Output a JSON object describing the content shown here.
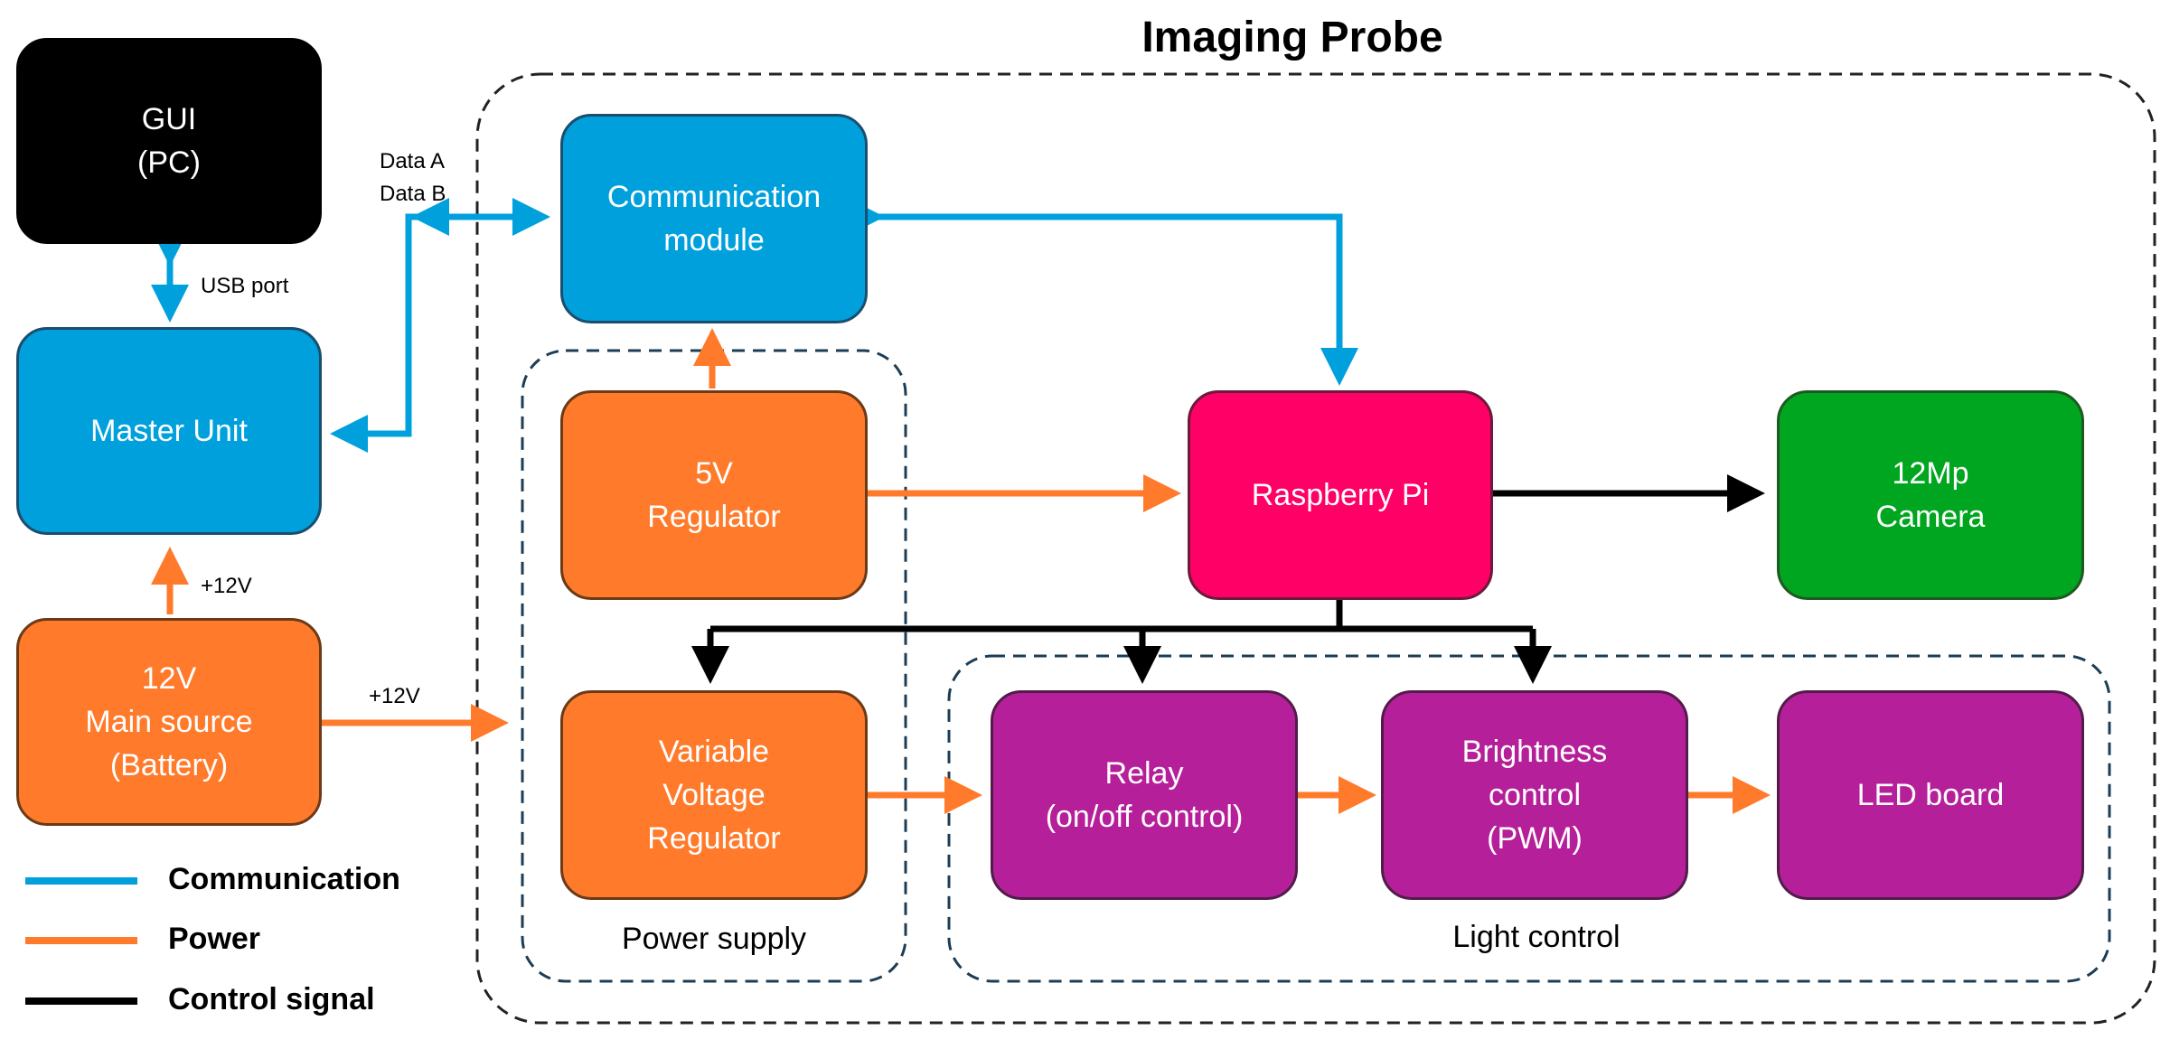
{
  "title": "Imaging Probe",
  "blocks": {
    "gui": [
      "GUI",
      "(PC)"
    ],
    "master": [
      "Master Unit"
    ],
    "battery": [
      "12V",
      "Main source",
      "(Battery)"
    ],
    "comm": [
      "Communication",
      "module"
    ],
    "reg5v": [
      "5V",
      "Regulator"
    ],
    "vvr": [
      "Variable",
      "Voltage",
      "Regulator"
    ],
    "rpi": [
      "Raspberry Pi"
    ],
    "camera": [
      "12Mp",
      "Camera"
    ],
    "relay": [
      "Relay",
      "(on/off control)"
    ],
    "brightness": [
      "Brightness",
      "control",
      "(PWM)"
    ],
    "led": [
      "LED board"
    ]
  },
  "labels": {
    "data_a": "Data A",
    "data_b": "Data B",
    "usb": "USB port",
    "v12_vertical": "+12V",
    "v12_horizontal": "+12V"
  },
  "groups": {
    "power_supply": "Power supply",
    "light_control": "Light control"
  },
  "legend": [
    {
      "label": "Communication",
      "color": "#00a0dc"
    },
    {
      "label": "Power",
      "color": "#ff7a2b"
    },
    {
      "label": "Control signal",
      "color": "#000000"
    }
  ],
  "colors": {
    "communication": "#00a0dc",
    "power": "#ff7a2b",
    "control": "#000000"
  }
}
